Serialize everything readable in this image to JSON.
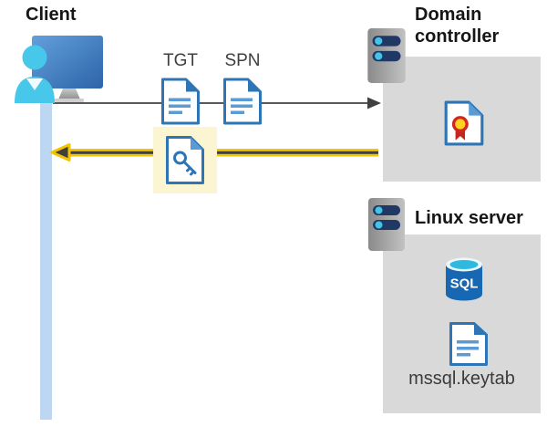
{
  "client": {
    "label": "Client"
  },
  "flow": {
    "tgt_label": "TGT",
    "spn_label": "SPN"
  },
  "domain_controller": {
    "label": "Domain controller"
  },
  "linux_server": {
    "label": "Linux server",
    "keytab_label": "mssql.keytab"
  },
  "icons": {
    "sql_badge": "SQL"
  },
  "colors": {
    "arrow_yellow": "#F2C500",
    "arrow_dark": "#404040",
    "line_gray": "#595959",
    "highlight_yellow": "#FBF5D2",
    "box_gray": "#D9D9D9",
    "client_bar_blue": "#BDD7F2",
    "doc_border_blue": "#2E75B6",
    "doc_line_blue": "#5B9BD5",
    "server_bar_navy": "#1F3864",
    "server_dot_cyan": "#45C3E8",
    "sql_body_blue": "#1767B2",
    "sql_top_cyan": "#2FB9DE",
    "cert_red": "#D0281E",
    "cert_gold": "#FFD21E",
    "person_cyan": "#47C7E9",
    "monitor_blue_light": "#62A0DC",
    "monitor_blue_dark": "#2D64A8"
  }
}
